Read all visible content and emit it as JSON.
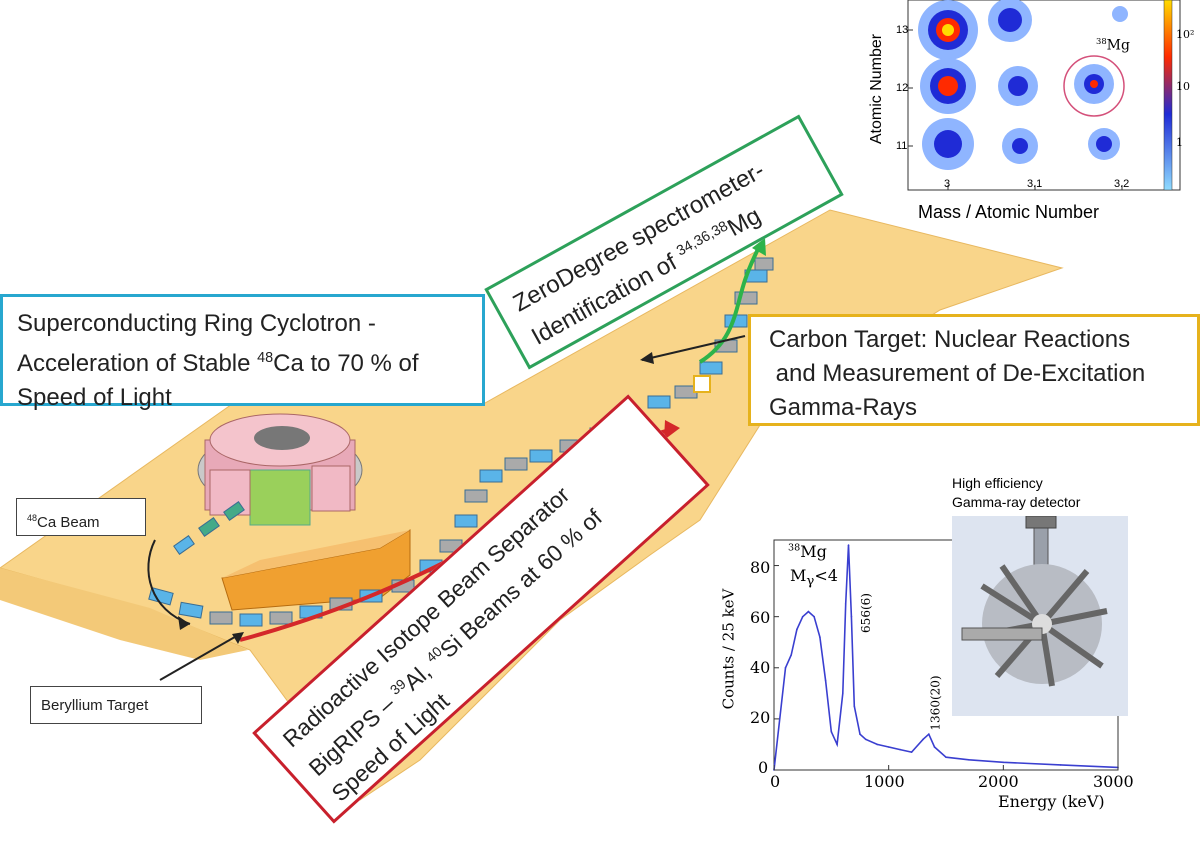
{
  "labels": {
    "cyclotron": {
      "line1": "Superconducting Ring Cyclotron -",
      "line2_pre": "Acceleration of Stable ",
      "line2_sup": "48",
      "line2_post": "Ca to 70 % of",
      "line3": "Speed of Light"
    },
    "carbon": {
      "line1": "Carbon Target: Nuclear Reactions",
      "line2": " and Measurement of De-Excitation",
      "line3": "Gamma-Rays"
    },
    "zerodegree": {
      "line1": "ZeroDegree spectrometer-",
      "line2_pre": "Identification of ",
      "line2_sup": "34,36,38",
      "line2_post": "Mg"
    },
    "bigrips": {
      "line1": "Radioactive Isotope Beam Separator",
      "line2_pre": "BigRIPS – ",
      "line2_sup1": "39",
      "line2_mid": "Al, ",
      "line2_sup2": "40",
      "line2_post": "Si Beams at 60 % of",
      "line3": "Speed of Light"
    },
    "beam": {
      "sup": "48",
      "text": "Ca Beam"
    },
    "beryllium": "Beryllium Target",
    "detector": {
      "line1": "High efficiency",
      "line2": "Gamma-ray detector"
    }
  },
  "pid_plot": {
    "xlabel": "Mass / Atomic Number",
    "ylabel": "Atomic Number",
    "xticks": [
      "3",
      "3.1",
      "3.2"
    ],
    "yticks": [
      "13",
      "12",
      "11"
    ],
    "cbar_ticks": [
      "10²",
      "10",
      "1"
    ],
    "annotation": {
      "sup": "38",
      "text": "Mg"
    },
    "colors": {
      "hot": "#ff2a00",
      "mid": "#1f2bd6",
      "low": "#8fb5ff"
    }
  },
  "spectrum": {
    "xlabel": "Energy (keV)",
    "ylabel": "Counts / 25 keV",
    "xticks": [
      "0",
      "1000",
      "2000",
      "3000"
    ],
    "yticks": [
      "0",
      "20",
      "40",
      "60",
      "80"
    ],
    "annotation": {
      "sup": "38",
      "text": "Mg",
      "mult": "M",
      "mult_sub": "γ",
      "mult_post": "<4"
    },
    "peak_labels": [
      "656(6)",
      "1360(20)"
    ]
  },
  "chart_data": {
    "type": "line",
    "title": "",
    "xlabel": "Energy (keV)",
    "ylabel": "Counts / 25 keV",
    "xlim": [
      0,
      3000
    ],
    "ylim": [
      0,
      90
    ],
    "series": [
      {
        "x": [
          0,
          100,
          150,
          200,
          250,
          300,
          350,
          400,
          450,
          500,
          550,
          600,
          625,
          650,
          675,
          700,
          750,
          800,
          900,
          1000,
          1100,
          1200,
          1300,
          1350,
          1400,
          1500,
          1700,
          2000,
          2500,
          3000
        ],
        "values": [
          0,
          40,
          45,
          55,
          60,
          62,
          60,
          52,
          35,
          15,
          10,
          30,
          65,
          88,
          60,
          25,
          14,
          12,
          10,
          9,
          8,
          7,
          12,
          14,
          9,
          5,
          4,
          3,
          2,
          1
        ]
      }
    ]
  }
}
